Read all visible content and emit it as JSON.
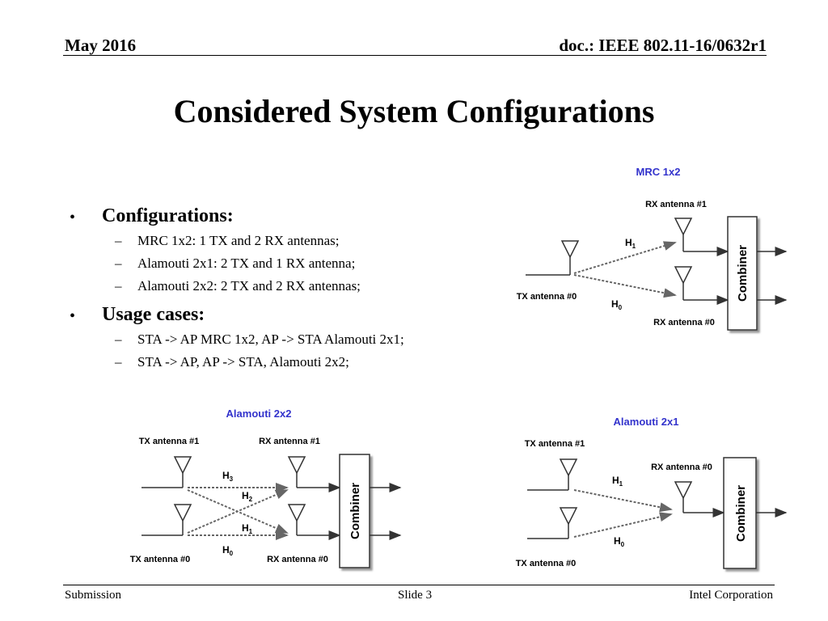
{
  "header": {
    "date": "May 2016",
    "doc": "doc.: IEEE 802.11-16/0632r1"
  },
  "title": "Considered System Configurations",
  "bullets": [
    {
      "label": "Configurations:",
      "subs": [
        "MRC 1x2: 1 TX and 2 RX antennas;",
        "Alamouti 2x1: 2 TX and 1 RX antenna;",
        "Alamouti 2x2: 2 TX and 2 RX antennas;"
      ]
    },
    {
      "label": "Usage cases:",
      "subs": [
        "STA -> AP MRC 1x2, AP -> STA Alamouti 2x1;",
        "STA -> AP, AP -> STA, Alamouti 2x2;"
      ]
    }
  ],
  "diagrams": {
    "mrc": {
      "title": "MRC 1x2",
      "rx1": "RX antenna #1",
      "rx0": "RX antenna #0",
      "tx0": "TX antenna #0",
      "h1": "H",
      "h1_sub": "1",
      "h0": "H",
      "h0_sub": "0",
      "combiner": "Combiner"
    },
    "ala22": {
      "title": "Alamouti 2x2",
      "tx1": "TX antenna #1",
      "rx1": "RX antenna #1",
      "tx0": "TX antenna #0",
      "rx0": "RX antenna #0",
      "h3": "H",
      "h3_sub": "3",
      "h2": "H",
      "h2_sub": "2",
      "h1": "H",
      "h1_sub": "1",
      "h0": "H",
      "h0_sub": "0",
      "combiner": "Combiner"
    },
    "ala21": {
      "title": "Alamouti 2x1",
      "tx1": "TX antenna #1",
      "rx0": "RX antenna #0",
      "tx0": "TX antenna #0",
      "h1": "H",
      "h1_sub": "1",
      "h0": "H",
      "h0_sub": "0",
      "combiner": "Combiner"
    }
  },
  "colors": {
    "diagram_title": "#3333cc",
    "line": "#333333",
    "dashed": "#555555"
  },
  "footer": {
    "left": "Submission",
    "center": "Slide 3",
    "right": "Intel Corporation"
  }
}
